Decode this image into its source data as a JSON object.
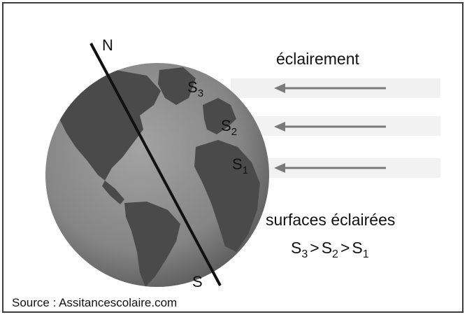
{
  "diagram": {
    "pole_north": "N",
    "pole_south": "S",
    "surface_labels": [
      {
        "letter": "S",
        "index": "3"
      },
      {
        "letter": "S",
        "index": "2"
      },
      {
        "letter": "S",
        "index": "1"
      }
    ],
    "illumination_label": "éclairement",
    "lit_surfaces_label": "surfaces éclairées",
    "comparison": {
      "terms": [
        {
          "letter": "S",
          "index": "3"
        },
        {
          "letter": "S",
          "index": "2"
        },
        {
          "letter": "S",
          "index": "1"
        }
      ],
      "operator": ">"
    },
    "source": "Source : Assitancescolaire.com"
  },
  "colors": {
    "frame": "#3d3d3d",
    "ocean": "#8a8a8a",
    "land": "#4a4a4a",
    "axis": "#111111",
    "ray_band": "#f1f1f1",
    "arrow": "#7a7a7a"
  }
}
